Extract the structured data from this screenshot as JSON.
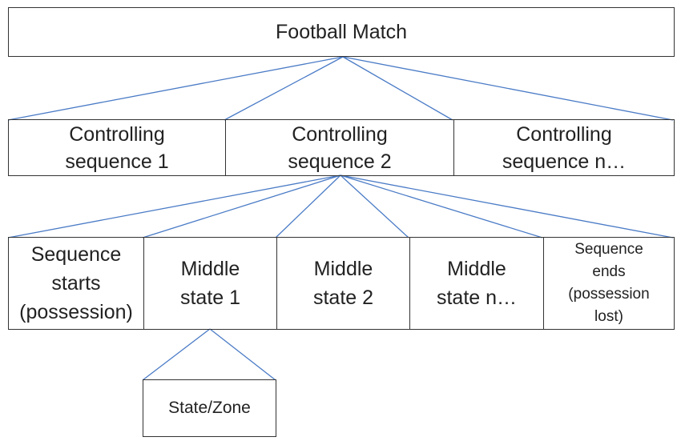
{
  "root": {
    "label": "Football Match"
  },
  "sequences": [
    {
      "label": "Controlling\nsequence 1"
    },
    {
      "label": "Controlling\nsequence 2"
    },
    {
      "label": "Controlling\nsequence n…"
    }
  ],
  "states": [
    {
      "label": "Sequence\nstarts\n(possession)"
    },
    {
      "label": "Middle\nstate 1"
    },
    {
      "label": "Middle\nstate 2"
    },
    {
      "label": "Middle\nstate n…"
    },
    {
      "label": "Sequence\nends\n(possession\nlost)"
    }
  ],
  "leaf": {
    "label": "State/Zone"
  },
  "colors": {
    "connector": "#4a7bc6",
    "border": "#333333"
  }
}
